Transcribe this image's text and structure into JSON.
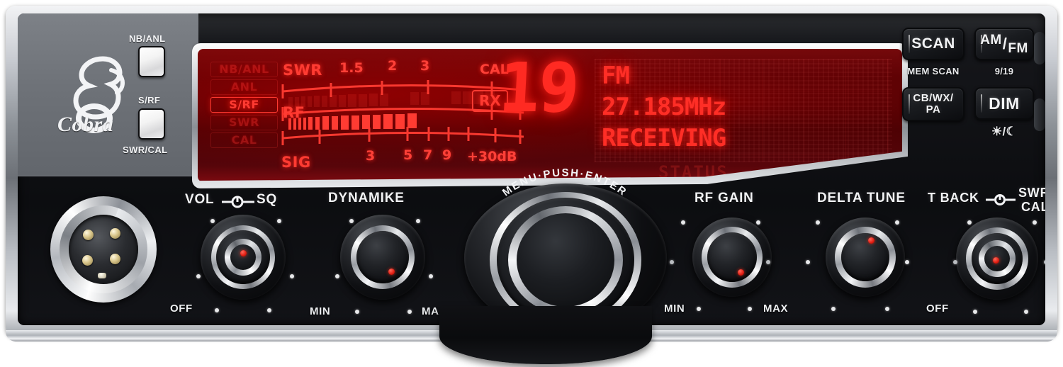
{
  "device": {
    "brand": "Cobra",
    "panel_type": "cb-radio-front-panel"
  },
  "left_controls": {
    "buttons": [
      {
        "name": "nb-anl",
        "top_label": "NB/ANL",
        "bottom_label": ""
      },
      {
        "name": "s-rf",
        "top_label": "S/RF",
        "bottom_label": "SWR/CAL"
      }
    ]
  },
  "display": {
    "status_tags": [
      {
        "label": "NB/ANL",
        "active": false
      },
      {
        "label": "ANL",
        "active": false
      },
      {
        "label": "S/RF",
        "active": true
      },
      {
        "label": "SWR",
        "active": false
      },
      {
        "label": "CAL",
        "active": false
      }
    ],
    "swr_row_label": "SWR",
    "rf_row_label": "RF",
    "sig_row_label": "SIG",
    "swr_scale": [
      "1.5",
      "2",
      "3"
    ],
    "cal_label": "CAL",
    "sig_scale": [
      "3",
      "5",
      "7",
      "9",
      "+30dB"
    ],
    "rx_indicator": "RX",
    "channel": "19",
    "mode": "FM",
    "frequency": "27.185MHz",
    "state": "RECEIVING",
    "ghost_text": "STATUS",
    "signal_bar_percent": 42,
    "accent_color": "#ff2e26",
    "glass_color": "#4d0205"
  },
  "right_controls": {
    "buttons": [
      {
        "name": "scan",
        "label": "SCAN",
        "caption": "MEM SCAN"
      },
      {
        "name": "am-fm",
        "label_am": "AM",
        "label_slash": "/",
        "label_fm": "FM",
        "caption": "9/19"
      },
      {
        "name": "cb-wx-pa",
        "label_top": "CB/WX/",
        "label_bottom": "PA",
        "caption": ""
      },
      {
        "name": "dim",
        "label": "DIM",
        "caption": "☀/☾"
      }
    ]
  },
  "knobs": [
    {
      "name": "volume-squelch",
      "label_left": "VOL",
      "label_icon": "concentric-shaft-icon",
      "label_right": "SQ",
      "min_label": "OFF",
      "max_label": "",
      "type": "concentric"
    },
    {
      "name": "dynamike",
      "label": "DYNAMIKE",
      "min_label": "MIN",
      "max_label": "MAX",
      "type": "single"
    },
    {
      "name": "menu-push-enter",
      "arc_label": "MENU·PUSH·ENTER",
      "type": "encoder"
    },
    {
      "name": "rf-gain",
      "label": "RF GAIN",
      "min_label": "MIN",
      "max_label": "MAX",
      "type": "single"
    },
    {
      "name": "delta-tune",
      "label": "DELTA TUNE",
      "min_label": "",
      "max_label": "",
      "type": "single"
    },
    {
      "name": "t-back-swr-cal",
      "label_left": "T BACK",
      "label_icon": "concentric-shaft-icon",
      "label_right_top": "SWR",
      "label_right_bottom": "CAL",
      "min_label": "OFF",
      "type": "concentric"
    }
  ],
  "connector": {
    "name": "microphone-jack",
    "pins": 4
  }
}
